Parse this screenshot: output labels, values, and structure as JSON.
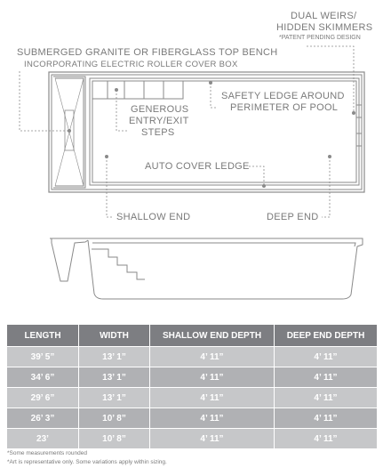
{
  "labels": {
    "dual_weirs_line1": "DUAL WEIRS/",
    "dual_weirs_line2": "HIDDEN SKIMMERS",
    "patent_pending": "*PATENT PENDING DESIGN",
    "bench_line1": "SUBMERGED GRANITE OR FIBERGLASS TOP BENCH",
    "bench_line2": "INCORPORATING ELECTRIC ROLLER COVER BOX",
    "safety_line1": "SAFETY LEDGE AROUND",
    "safety_line2": "PERIMETER OF POOL",
    "steps_line1": "GENEROUS",
    "steps_line2": "ENTRY/EXIT",
    "steps_line3": "STEPS",
    "auto_cover": "AUTO COVER LEDGE",
    "shallow_end": "SHALLOW END",
    "deep_end": "DEEP END"
  },
  "table": {
    "headers": [
      "LENGTH",
      "WIDTH",
      "SHALLOW END DEPTH",
      "DEEP END DEPTH"
    ],
    "rows": [
      [
        "39’ 5”",
        "13’ 1”",
        "4’ 11”",
        "4’ 11”"
      ],
      [
        "34’ 6”",
        "13’ 1”",
        "4’ 11”",
        "4’ 11”"
      ],
      [
        "29’ 6”",
        "13’ 1”",
        "4’ 11”",
        "4’ 11”"
      ],
      [
        "26’ 3”",
        "10’ 8”",
        "4’ 11”",
        "4’ 11”"
      ],
      [
        "23’",
        "10’ 8”",
        "4’ 11”",
        "4’ 11”"
      ]
    ]
  },
  "footnotes": {
    "note1": "*Some measurements rounded",
    "note2": "*Art is representative only. Some variations apply within sizing."
  },
  "colors": {
    "line": "#8a8a8a",
    "header_bg": "#7d7e82",
    "row_light": "#c6c7c9",
    "row_dark": "#b0b1b4"
  }
}
